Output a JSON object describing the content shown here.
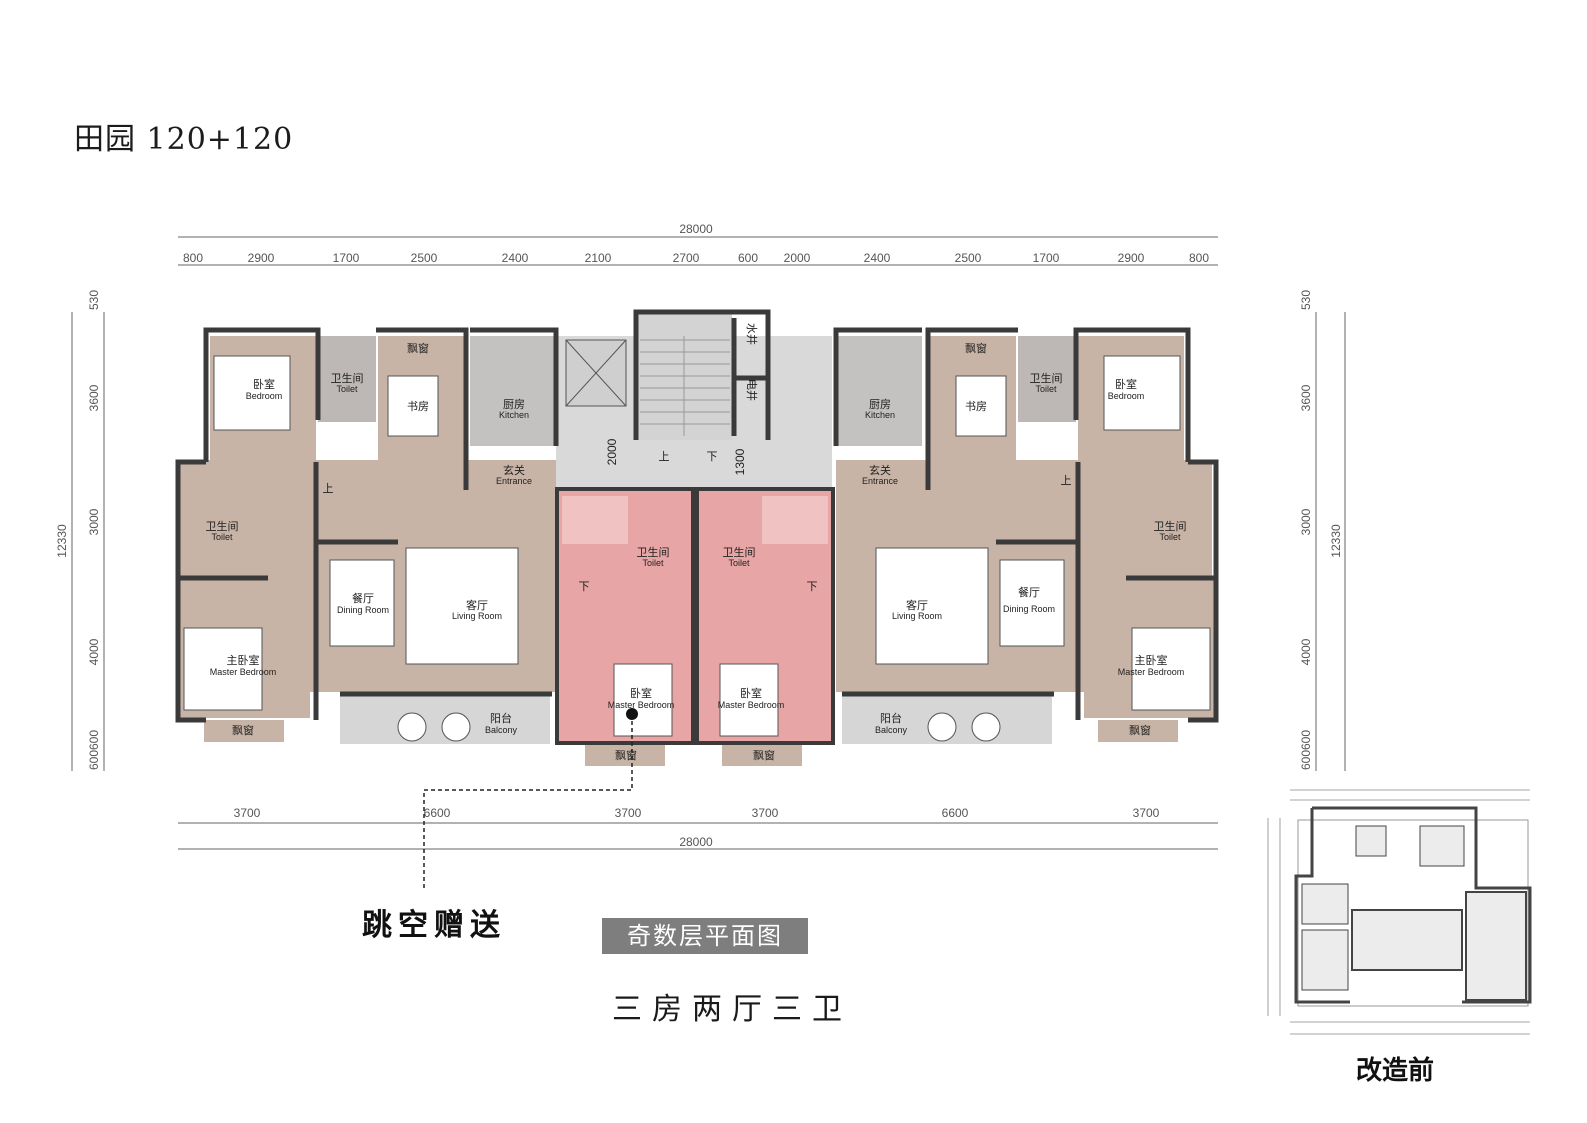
{
  "title": "田园 120+120",
  "plan_caption": "奇数层平面图",
  "layout_caption": "三房两厅三卫",
  "annotation": "跳空赠送",
  "before_caption": "改造前",
  "dims": {
    "total": "28000",
    "top": [
      "800",
      "2900",
      "1700",
      "2500",
      "2400",
      "2100",
      "2700",
      "600",
      "2000",
      "2400",
      "2500",
      "1700",
      "2900",
      "800"
    ],
    "bottom": [
      "3700",
      "6600",
      "3700",
      "3700",
      "6600",
      "3700"
    ],
    "side_total": "12330",
    "side": [
      "530",
      "3600",
      "3000",
      "4000",
      "600",
      "600"
    ],
    "stair_left": "2000",
    "stair_right": "1300"
  },
  "rooms": {
    "bedroom_cn": "卧室",
    "bedroom_en": "Bedroom",
    "toilet_cn": "卫生间",
    "toilet_en": "Toilet",
    "study_cn": "书房",
    "kitchen_cn": "厨房",
    "kitchen_en": "Kitchen",
    "entrance_cn": "玄关",
    "entrance_en": "Entrance",
    "dining_cn": "餐厅",
    "dining_en": "Dining Room",
    "living_cn": "客厅",
    "living_en": "Living Room",
    "master_cn": "主卧室",
    "master_en": "Master Bedroom",
    "mbed_cn": "卧室",
    "mbed_en": "Master Bedroom",
    "balcony_cn": "阳台",
    "balcony_en": "Balcony",
    "bay": "飘窗",
    "up": "上",
    "down": "下",
    "water_shaft": "水井",
    "elec_shaft": "电井"
  },
  "colors": {
    "floor": "#c8b4a6",
    "highlight": "#e7a5a5",
    "wall": "#3a3a3a",
    "stair": "#d9d9d9",
    "balcony": "#d6d6d6"
  }
}
